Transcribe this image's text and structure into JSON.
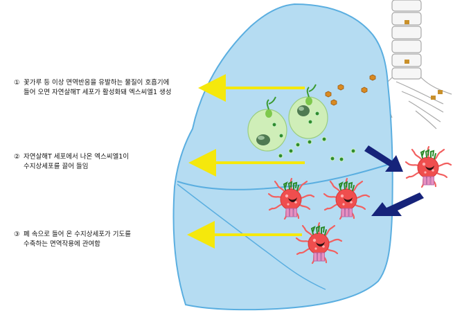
{
  "captions": [
    {
      "number": "①",
      "lines": [
        "꽃가루 등 이상 면역반응을 유발하는 물질이 호흡기에",
        "들어 오면 자연살해T 세포가 활성화돼 엑스씨엘1 생성"
      ]
    },
    {
      "number": "②",
      "lines": [
        "자연살해T 세포에서 나온 엑스씨엘1이",
        "수지상세포를 끌어 들임"
      ]
    },
    {
      "number": "③",
      "lines": [
        "폐 속으로 들어 온 수지상세포가 기도를",
        "수축하는 면역작용에 관여함"
      ]
    }
  ],
  "colors": {
    "lung_fill": "#b5dcf2",
    "lung_outline": "#5aaee0",
    "yellow_arrow": "#f5e80c",
    "navy_arrow": "#16237a",
    "nkt_cell": "#cfeeb8",
    "xcl1_dot": "#2e8b2e",
    "pollen": "#d88a22",
    "dendritic_cell": "#f05a5a",
    "dendritic_body": "#e84040",
    "receptor": "#2a8a2a",
    "cartilage": "#d0a030"
  },
  "icons": [
    "nkt-cell-icon",
    "xcl1-dot-icon",
    "pollen-icon",
    "dendritic-cell-icon",
    "yellow-arrow-icon",
    "navy-arrow-icon",
    "trachea-icon",
    "lung-lobe-icon"
  ]
}
